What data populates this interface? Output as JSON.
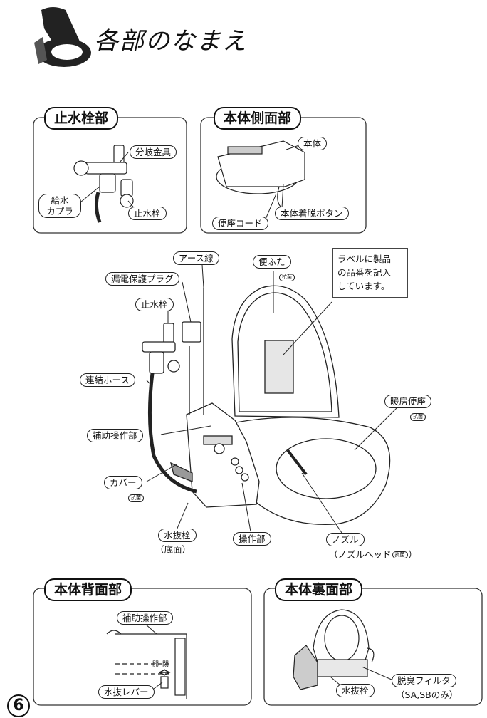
{
  "page_title": "各部のなまえ",
  "page_number": "6",
  "section_stopcock": {
    "title": "止水栓部",
    "labels": {
      "branch": "分岐金具",
      "coupler_line1": "給水",
      "coupler_line2": "カプラ",
      "stopcock": "止水栓"
    }
  },
  "section_side": {
    "title": "本体側面部",
    "labels": {
      "body": "本体",
      "release_button": "本体着脱ボタン",
      "seat_cord": "便座コード"
    }
  },
  "main_diagram": {
    "labels": {
      "earth_wire": "アース線",
      "leak_plug": "漏電保護プラグ",
      "stopcock": "止水栓",
      "hose": "連結ホース",
      "aux_panel": "補助操作部",
      "cover": "カバー",
      "cover_badge": "抗菌",
      "drain_plug": "水抜栓",
      "drain_plug_note": "（底面）",
      "control_panel": "操作部",
      "nozzle": "ノズル",
      "nozzle_note_prefix": "（ノズルヘッド",
      "nozzle_badge": "抗菌",
      "nozzle_note_suffix": "）",
      "lid": "便ふた",
      "lid_badge": "抗菌",
      "heated_seat": "暖房便座",
      "seat_badge": "抗菌"
    },
    "note_lines": [
      "ラベルに製品",
      "の品番を記入",
      "しています。"
    ]
  },
  "section_back": {
    "title": "本体背面部",
    "labels": {
      "aux_panel": "補助操作部",
      "open": "開",
      "close": "閉",
      "drain_lever": "水抜レバー"
    }
  },
  "section_bottom": {
    "title": "本体裏面部",
    "labels": {
      "deodorant_filter": "脱臭フィルタ",
      "filter_note": "（SA,SBのみ）",
      "drain_plug": "水抜栓"
    }
  }
}
